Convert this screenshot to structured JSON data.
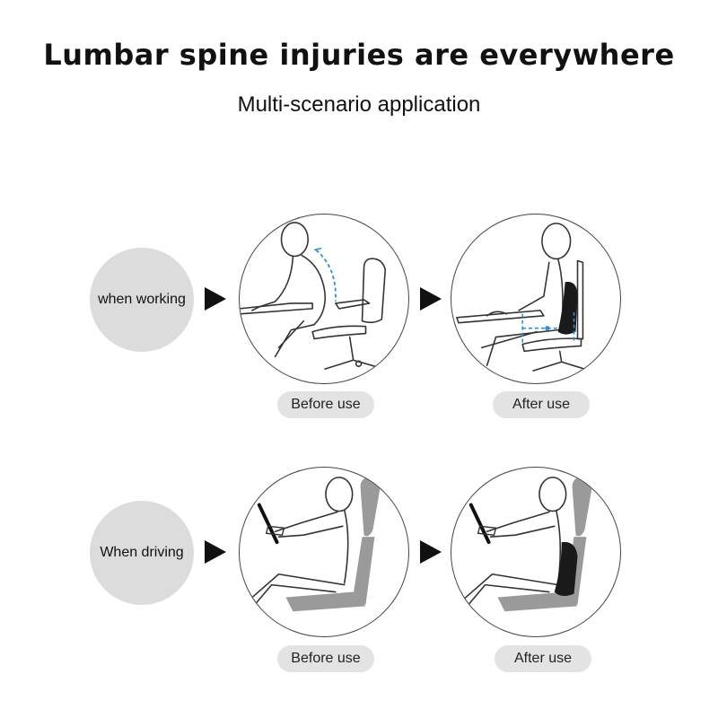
{
  "header": {
    "title": "Lumbar spine injuries are everywhere",
    "subtitle": "Multi-scenario application"
  },
  "rows": [
    {
      "label": "when working",
      "before_label": "Before use",
      "after_label": "After use"
    },
    {
      "label": "When driving",
      "before_label": "Before use",
      "after_label": "After use"
    }
  ],
  "colors": {
    "label_circle": "#dcdcdc",
    "pill": "#e3e3e3",
    "cushion": "#1a1a1a",
    "seat_gray": "#9a9a9a",
    "guide_blue": "#2a8fd8"
  }
}
